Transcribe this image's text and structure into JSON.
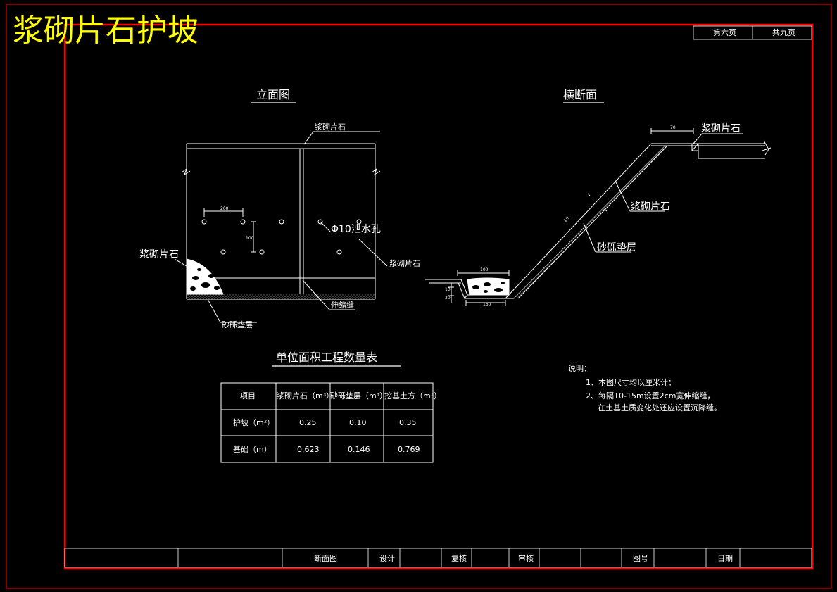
{
  "title": "浆砌片石护坡",
  "page_info": {
    "current": "第六页",
    "total": "共九页"
  },
  "elevation": {
    "heading": "立面图",
    "top_label": "浆砌片石",
    "left_label": "浆砌片石",
    "right_label": "浆砌片石",
    "drain_label": "Φ10泄水孔",
    "joint_label": "伸缩缝",
    "bedding_label": "砂砾垫层",
    "dim_h": "200",
    "dim_v": "100"
  },
  "section": {
    "heading": "横断面",
    "top_label": "浆砌片石",
    "slope_label": "浆砌片石",
    "bedding_label": "砂砾垫层",
    "slope_ratio": "1:1",
    "dim_top": "70",
    "dim_base": "100",
    "dim_bottom": "150",
    "dim_side1": "10",
    "dim_side2": "30"
  },
  "table": {
    "title": "单位面积工程数量表",
    "headers": [
      "项目",
      "浆砌片石（m³）",
      "砂砾垫层（m³）",
      "挖基土方（m³）"
    ],
    "rows": [
      [
        "护坡（m²）",
        "0.25",
        "0.10",
        "0.35"
      ],
      [
        "基础（m）",
        "0.623",
        "0.146",
        "0.769"
      ]
    ]
  },
  "notes": {
    "heading": "说明：",
    "items": [
      "1、本图尺寸均以厘米计；",
      "2、每隔10-15m设置2cm宽伸缩缝，",
      "在土基土质变化处还应设置沉降缝。"
    ]
  },
  "titleblock": {
    "drawing_name": "断面图",
    "design": "设计",
    "review": "复核",
    "approve": "审核",
    "drawing_no": "图号",
    "date": "日期"
  },
  "colors": {
    "frame": "#ff0000",
    "title": "#ffff00",
    "line": "#ffffff"
  }
}
